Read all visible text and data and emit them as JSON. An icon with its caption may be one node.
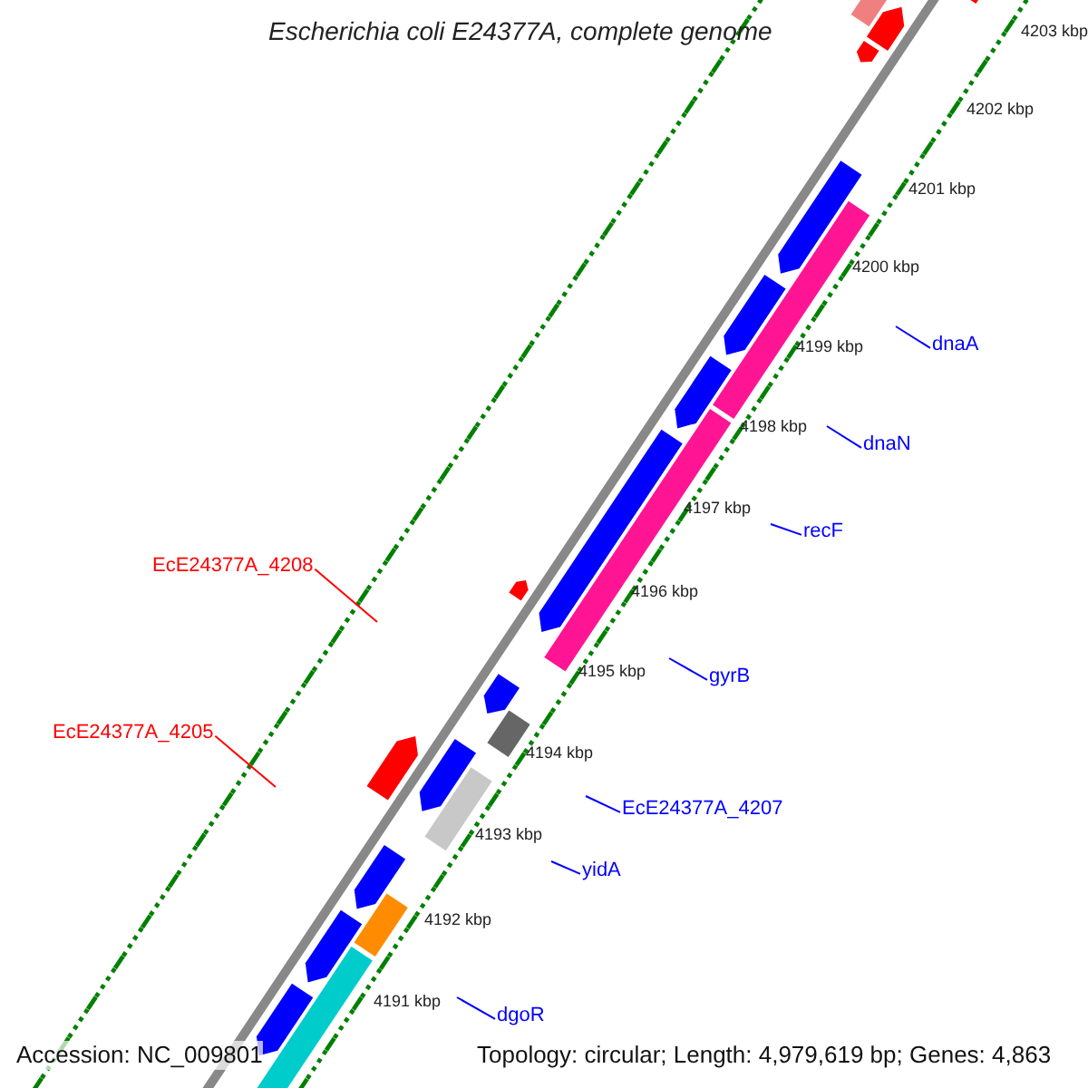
{
  "diagram": {
    "title": "Escherichia coli E24377A, complete genome",
    "nodes": [
      {
        "text": [
          "dnaA"
        ]
      },
      {
        "text": [
          "dnaN"
        ]
      },
      {
        "text": [
          "recF"
        ]
      },
      {
        "text": [
          "EcE24377A_4208"
        ]
      },
      {
        "text": [
          "gyrB"
        ]
      },
      {
        "text": [
          "EcE24377A_4205"
        ]
      },
      {
        "text": [
          "EcE24377A_4207"
        ]
      },
      {
        "text": [
          "yidA"
        ]
      },
      {
        "text": [
          "dgoR"
        ]
      }
    ],
    "edges": [
      {
        "from": 0,
        "to": null,
        "arrow": "none"
      },
      {
        "from": 1,
        "to": null,
        "arrow": "none"
      },
      {
        "from": 2,
        "to": null,
        "arrow": "none"
      },
      {
        "from": 3,
        "to": null,
        "arrow": "none",
        "color": "#ff0000"
      },
      {
        "from": 4,
        "to": null,
        "arrow": "none"
      },
      {
        "from": 5,
        "to": null,
        "arrow": "none",
        "color": "#ff0000"
      },
      {
        "from": 6,
        "to": null,
        "arrow": "none"
      },
      {
        "from": 7,
        "to": null,
        "arrow": "none"
      },
      {
        "from": 8,
        "to": null,
        "arrow": "none"
      }
    ],
    "labels": [
      "4203 kbp",
      "4202 kbp",
      "4201 kbp",
      "4200 kbp",
      "4199 kbp",
      "4198 kbp",
      "4197 kbp",
      "4196 kbp",
      "4195 kbp",
      "4194 kbp",
      "4193 kbp",
      "4192 kbp",
      "4191 kbp",
      "Accession: NC_009801",
      "Topology: circular; Length: 4,979,619 bp; Genes: 4,863"
    ]
  }
}
